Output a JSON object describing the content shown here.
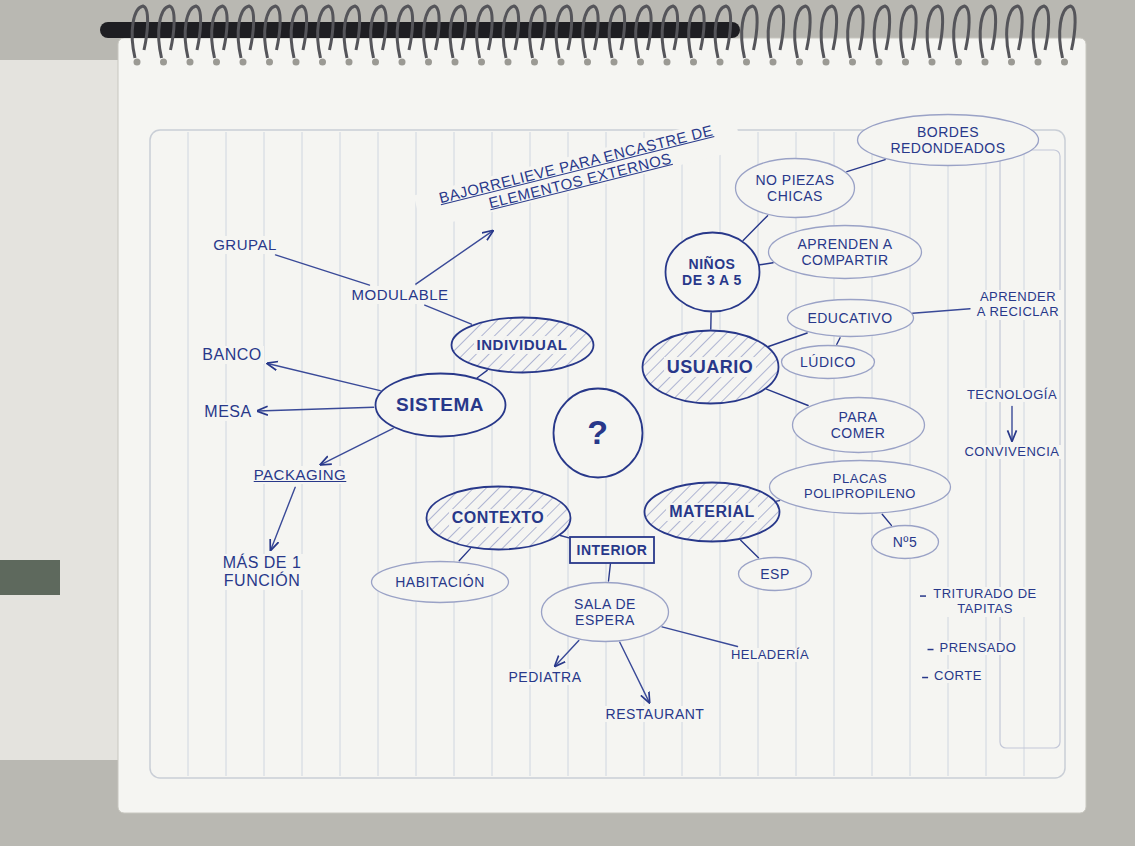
{
  "diagram": {
    "nodes": [
      {
        "text": [
          "?"
        ]
      },
      {
        "text": [
          "INDIVIDUAL"
        ]
      },
      {
        "text": [
          "SISTEMA"
        ]
      },
      {
        "text": [
          "USUARIO"
        ]
      },
      {
        "text": [
          "CONTEXTO"
        ]
      },
      {
        "text": [
          "MATERIAL"
        ]
      },
      {
        "text": [
          "NO PIEZAS CHICAS"
        ]
      },
      {
        "text": [
          "BORDES REDONDEADOS"
        ]
      },
      {
        "text": [
          "NIÑOS DE 3 A 5"
        ]
      },
      {
        "text": [
          "APRENDEN A COMPARTIR"
        ]
      },
      {
        "text": [
          "EDUCATIVO"
        ]
      },
      {
        "text": [
          "LÚDICO"
        ]
      },
      {
        "text": [
          "PARA COMER"
        ]
      },
      {
        "text": [
          "INTERIOR"
        ]
      },
      {
        "text": [
          "HABITACIÓN"
        ]
      },
      {
        "text": [
          "SALA DE ESPERA"
        ]
      },
      {
        "text": [
          "ESP"
        ]
      },
      {
        "text": [
          "PLACAS POLIPROPILENO"
        ]
      },
      {
        "text": [
          "Nº5"
        ]
      }
    ],
    "edges": [
      {
        "from": 2,
        "to": 1,
        "arrow": "none"
      },
      {
        "from": 3,
        "to": 8,
        "arrow": "none"
      },
      {
        "from": 8,
        "to": 6,
        "arrow": "none"
      },
      {
        "from": 6,
        "to": 7,
        "arrow": "none"
      },
      {
        "from": 8,
        "to": 9,
        "arrow": "none"
      },
      {
        "from": 3,
        "to": 10,
        "arrow": "none"
      },
      {
        "from": 10,
        "to": 11,
        "arrow": "none"
      },
      {
        "from": 3,
        "to": 12,
        "arrow": "none"
      },
      {
        "from": 4,
        "to": 13,
        "arrow": "none"
      },
      {
        "from": 13,
        "to": 15,
        "arrow": "none"
      },
      {
        "from": 4,
        "to": 14,
        "arrow": "none"
      },
      {
        "from": 5,
        "to": 17,
        "arrow": "none"
      },
      {
        "from": 5,
        "to": 16,
        "arrow": "none"
      },
      {
        "from": 17,
        "to": 18,
        "arrow": "none"
      }
    ],
    "labels": [
      "BAJORRELIEVE PARA ENCASTRE DE ELEMENTOS EXTERNOS",
      "GRUPAL",
      "MODULABLE",
      "BANCO",
      "MESA",
      "PACKAGING",
      "MÁS DE 1 FUNCIÓN",
      "PEDIATRA",
      "RESTAURANT",
      "HELADERÍA",
      "APRENDER A RECICLAR",
      "TECNOLOGÍA",
      "CONVIVENCIA",
      "TRITURADO DE TAPITAS",
      "PRENSADO",
      "CORTE"
    ]
  }
}
